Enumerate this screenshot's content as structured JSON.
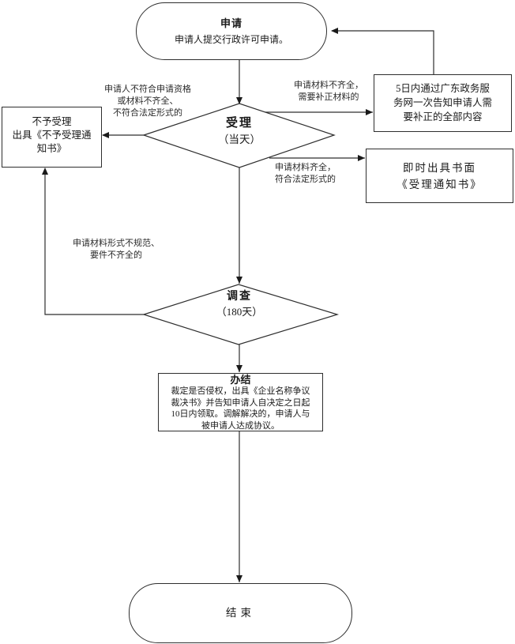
{
  "diagram": {
    "type": "flowchart",
    "colors": {
      "line": "#2e2e2e",
      "background": "#ffffff",
      "text": "#1a1a1a"
    },
    "nodes": {
      "start": {
        "shape": "stadium",
        "title": "申请",
        "subtitle": "申请人提交行政许可申请。"
      },
      "accept_decision": {
        "shape": "diamond",
        "title": "受理",
        "subtitle": "（当天）"
      },
      "reject": {
        "shape": "rect",
        "text": "不予受理\n出具《不予受理通\n知书》"
      },
      "supplement_notice": {
        "shape": "rect",
        "text": "5日内通过广东政务服\n务网一次告知申请人需\n要补正的全部内容"
      },
      "accept_notice": {
        "shape": "rect",
        "text": "即时出具书面\n《受理通知书》"
      },
      "investigate_decision": {
        "shape": "diamond",
        "title": "调查",
        "subtitle": "（180天）"
      },
      "complete": {
        "shape": "rect",
        "title": "办结",
        "body": "裁定是否侵权，出具《企业名称争议\n裁决书》并告知申请人自决定之日起\n10日内领取。调解解决的，申请人与\n被申请人达成协议。"
      },
      "end": {
        "shape": "stadium",
        "title": "结束"
      }
    },
    "edge_labels": {
      "not_qualified": "申请人不符合申请资格\n或材料不齐全、\n不符合法定形式的",
      "incomplete_materials": "申请材料不齐全，\n需要补正材料的",
      "complete_materials": "申请材料齐全，\n符合法定形式的",
      "nonstandard_form": "申请材料形式不规范、\n要件不齐全的"
    }
  }
}
